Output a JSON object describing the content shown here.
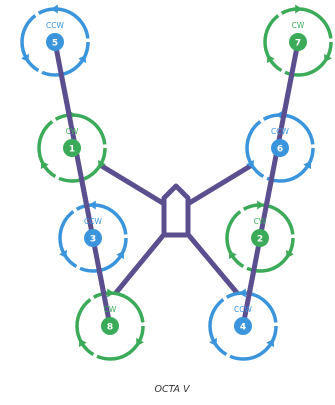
{
  "caption": "OCTA V",
  "colors": {
    "frame": "#5b4f8f",
    "cw": "#3cab59",
    "ccw": "#3b95dc",
    "caption": "#333333",
    "background": "#ffffff"
  },
  "motors": [
    {
      "number": "5",
      "direction": "CCW",
      "spin": "ccw"
    },
    {
      "number": "1",
      "direction": "CW",
      "spin": "cw"
    },
    {
      "number": "3",
      "direction": "CCW",
      "spin": "ccw"
    },
    {
      "number": "8",
      "direction": "CW",
      "spin": "cw"
    },
    {
      "number": "7",
      "direction": "CW",
      "spin": "cw"
    },
    {
      "number": "6",
      "direction": "CCW",
      "spin": "ccw"
    },
    {
      "number": "2",
      "direction": "CW",
      "spin": "cw"
    },
    {
      "number": "4",
      "direction": "CCW",
      "spin": "ccw"
    }
  ]
}
